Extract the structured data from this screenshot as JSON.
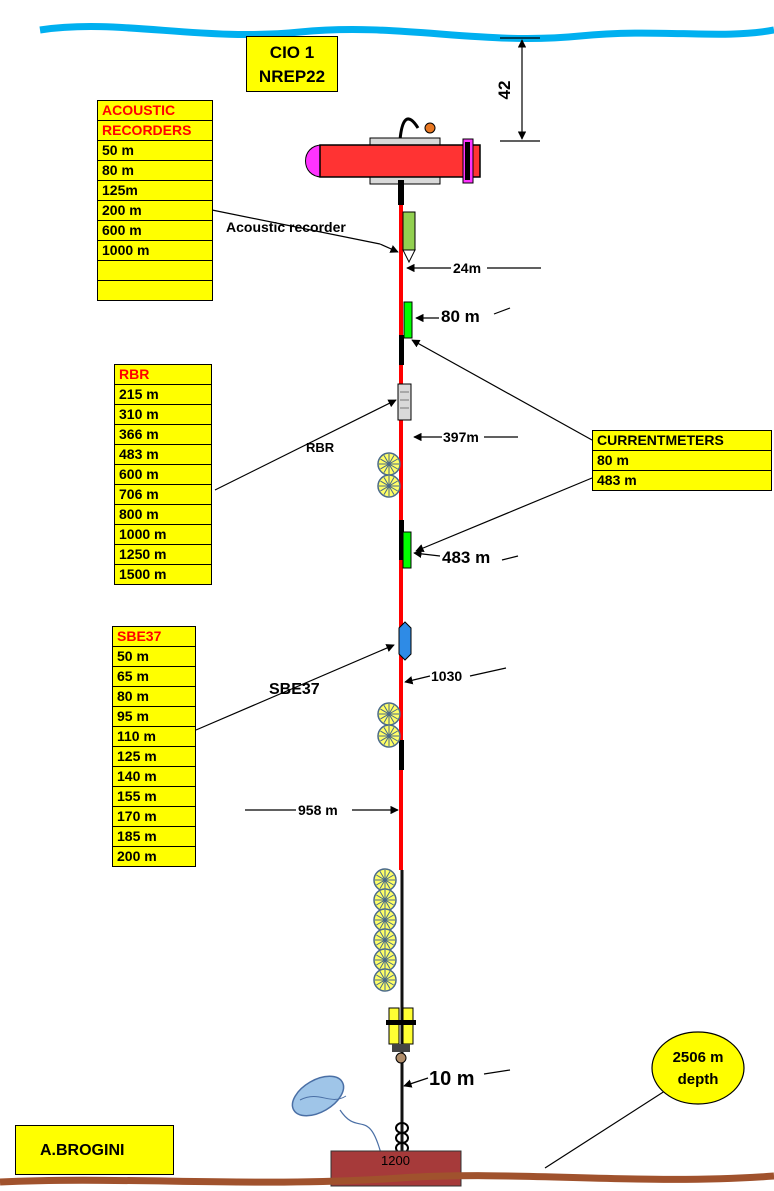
{
  "title": {
    "line1": "CIO 1",
    "line2": "NREP22"
  },
  "surface_gap": "42",
  "tables": {
    "acoustic": {
      "header": [
        "ACOUSTIC",
        "RECORDERS"
      ],
      "rows": [
        "50 m",
        "80 m",
        "125m",
        "200 m",
        "600 m",
        "1000 m",
        "",
        ""
      ]
    },
    "rbr": {
      "header": [
        "RBR"
      ],
      "rows": [
        "215 m",
        "310 m",
        "366 m",
        "483 m",
        "600 m",
        "706 m",
        "800 m",
        "1000 m",
        "1250 m",
        "1500 m"
      ]
    },
    "sbe37": {
      "header": [
        "SBE37"
      ],
      "rows": [
        "50 m",
        "65 m",
        "80 m",
        "95 m",
        "110 m",
        "125 m",
        "140 m",
        "155 m",
        "170 m",
        "185 m",
        "200 m"
      ]
    },
    "currentmeters": {
      "header": [
        "CURRENTMETERS"
      ],
      "rows": [
        "80 m",
        "483 m"
      ]
    }
  },
  "labels": {
    "acoustic_recorder": "Acoustic recorder",
    "rbr": "RBR",
    "sbe37": "SBE37",
    "d24": "24m",
    "d80": "80 m",
    "d397": "397m",
    "d483": "483 m",
    "d1030": "1030",
    "d958": "958 m",
    "d10": "10 m",
    "anchor": "1200",
    "depth_line1": "2506 m",
    "depth_line2": "depth",
    "author": "A.BROGINI"
  },
  "colors": {
    "sea": "#00b0f0",
    "cable": "#ff0000",
    "float_body": "#ff3333",
    "float_nose": "#ff33ff",
    "current_meter": "#00ff00",
    "acoustic_recorder": "#92d050",
    "sbe37": "#2e8be6",
    "rbr": "#d9d9d9",
    "buoy": "#ffff66",
    "anchor": "#a63a3a",
    "seabed": "#a0522d",
    "box": "#ffff00"
  }
}
